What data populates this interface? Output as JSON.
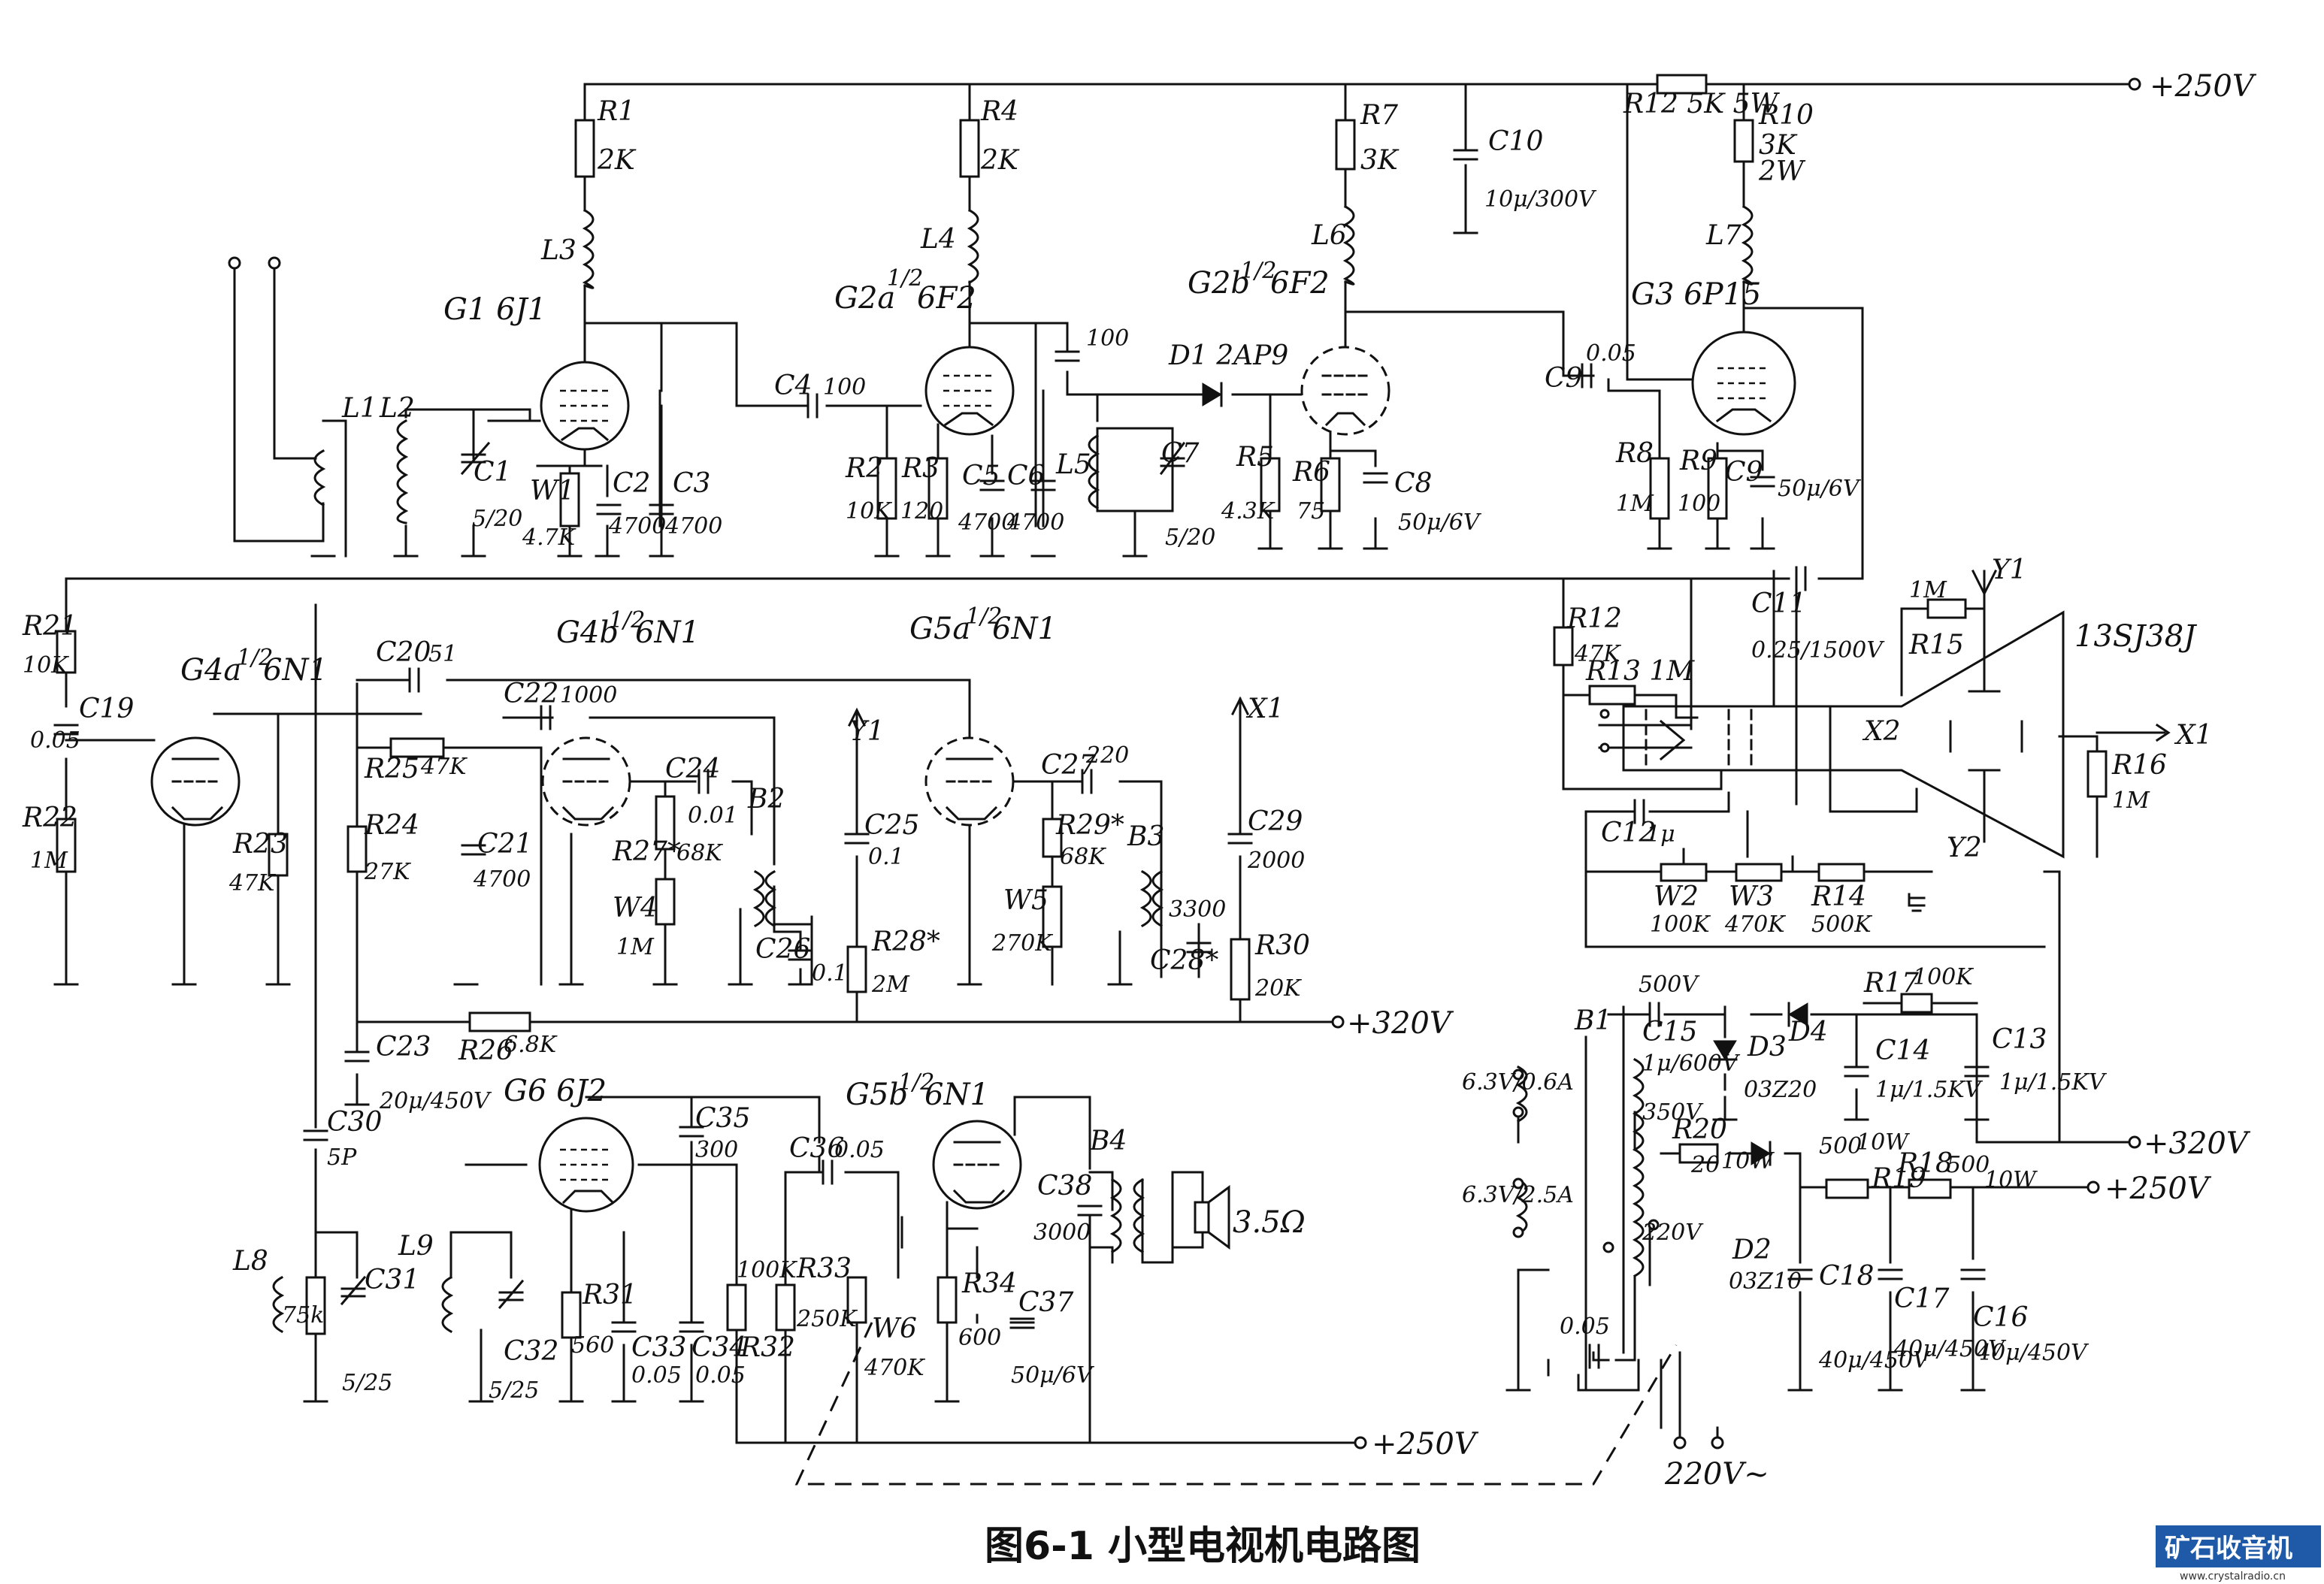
{
  "rails": {
    "v250_top": "+250V",
    "v320_mid": "+320V",
    "v320_right": "+320V",
    "v250_right": "+250V",
    "v250_bottom": "+250V",
    "mains": "220V~"
  },
  "tubes": {
    "g1": "G1 6J1",
    "g2a_name": "G2a",
    "g2a_type": "6F2",
    "g2b_name": "G2b",
    "g2b_type": "6F2",
    "g3": "G3 6P15",
    "g4a_name": "G4a",
    "g4a_type": "6N1",
    "g4b_name": "G4b",
    "g4b_type": "6N1",
    "g5a_name": "G5a",
    "g5a_type": "6N1",
    "g5b_name": "G5b",
    "g5b_type": "6N1",
    "g6": "G6 6J2",
    "crt": "13SJ38J",
    "half": "1/2"
  },
  "labels": {
    "R1": "R1",
    "R1v": "2K",
    "R4": "R4",
    "R4v": "2K",
    "R7": "R7",
    "R7v": "3K",
    "C10": "C10",
    "C10v": "10μ/300V",
    "R12": "R12 5K 5W",
    "R10": "R10",
    "R10v": "3K",
    "R10w": "2W",
    "L3": "L3",
    "L4": "L4",
    "L6": "L6",
    "L7": "L7",
    "L1": "L1",
    "L2": "L2",
    "L5": "L5",
    "L8": "L8",
    "L9": "L9",
    "C1": "C1",
    "C1v": "5/20",
    "W1": "W1",
    "W1v": "4.7K",
    "C2": "C2",
    "C2v": "4700",
    "C3": "C3",
    "C3v": "4700",
    "C4": "C4",
    "C4v": "100",
    "R2": "R2",
    "R2v": "10K",
    "R3": "R3",
    "R3v": "120",
    "C5": "C5",
    "C5v": "4700",
    "C6": "C6",
    "C6v": "4700",
    "Ctop": "100",
    "D1": "D1 2AP9",
    "C7": "C7",
    "C7v": "5/20",
    "R5": "R5",
    "R5v": "4.3K",
    "R6": "R6",
    "R6v": "75",
    "C8": "C8",
    "C8v": "50μ/6V",
    "C9": "C9",
    "C9v": "0.05",
    "R8": "R8",
    "R8v": "1M",
    "R9": "R9",
    "R9v": "100",
    "C9b": "C9",
    "C9bv": "50μ/6V",
    "C11": "C11",
    "C11v": "0.25/1500V",
    "R21": "R21",
    "R21v": "10K",
    "C19": "C19",
    "C19v": "0.05",
    "R22": "R22",
    "R22v": "1M",
    "R23": "R23",
    "R23v": "47K",
    "C20": "C20",
    "C20v": "51",
    "C22": "C22",
    "C22v": "1000",
    "R25": "R25",
    "R25v": "47K",
    "R24": "R24",
    "R24v": "27K",
    "C21": "C21",
    "C21v": "4700",
    "R27": "R27*",
    "R27v": "68K",
    "C24": "C24",
    "C24v": "0.01",
    "W4": "W4",
    "W4v": "1M",
    "B2": "B2",
    "C26": "C26",
    "C26v": "0.1",
    "Y1a": "Y1",
    "C25": "C25",
    "C25v": "0.1",
    "R28": "R28*",
    "R28v": "2M",
    "C27": "C27",
    "C27v": "220",
    "R29": "R29*",
    "R29v": "68K",
    "W5": "W5",
    "W5v": "270K",
    "B3": "B3",
    "B3v": "3300",
    "C28": "C28*",
    "X1a": "X1",
    "C29": "C29",
    "C29v": "2000",
    "R30": "R30",
    "R30v": "20K",
    "R26": "R26",
    "R26v": "6.8K",
    "C23": "C23",
    "C23v": "20μ/450V",
    "C30": "C30",
    "C30v": "5P",
    "C31": "C31",
    "C31v": "5/25",
    "R75": "75k",
    "C32": "C32",
    "C32v": "5/25",
    "C35": "C35",
    "C35v": "300",
    "R31": "R31",
    "R31v": "560",
    "C33": "C33",
    "C33v": "0.05",
    "C34": "C34",
    "C34v": "0.05",
    "R32": "R32",
    "R32v": "100K",
    "R33": "R33",
    "R33v": "250K",
    "C36": "C36",
    "C36v": "0.05",
    "W6": "W6",
    "W6v": "470K",
    "R34": "R34",
    "R34v": "600",
    "C37": "C37",
    "C37v": "50μ/6V",
    "C38": "C38",
    "C38v": "3000",
    "B4": "B4",
    "spk": "3.5Ω",
    "R12b": "R12",
    "R12bv": "47K",
    "R13": "R13 1M",
    "R15": "R15",
    "R15v": "1M",
    "Y1b": "Y1",
    "X2": "X2",
    "Y2": "Y2",
    "X1b": "X1",
    "R16": "R16",
    "R16v": "1M",
    "C12": "C12",
    "C12v": "1μ",
    "W2": "W2",
    "W2v": "100K",
    "W3": "W3",
    "W3v": "470K",
    "R14": "R14",
    "R14v": "500K",
    "B1": "B1",
    "C15v": "500V",
    "C15": "C15",
    "C15v2": "1μ/600V",
    "D4": "D4",
    "R17": "R17",
    "R17v": "100K",
    "D3": "D3",
    "D3v": "03Z20",
    "C14": "C14",
    "C14v": "1μ/1.5KV",
    "C13": "C13",
    "C13v": "1μ/1.5KV",
    "t63a": "6.3V/0.6A",
    "t63b": "6.3V/2.5A",
    "t350": "350V",
    "R20": "R20",
    "R20v": "20",
    "R20w": "10W",
    "t220": "220V",
    "D2": "D2",
    "D2v": "03Z10",
    "R19": "R19",
    "R19v": "500",
    "R19w": "10W",
    "R18": "R18",
    "R18v": "500",
    "R18w": "10W",
    "C18": "C18",
    "C18v": "40μ/450V",
    "C17": "C17",
    "C17v": "40μ/450V",
    "C16": "C16",
    "C16v": "40μ/450V",
    "C005": "0.05"
  },
  "footer": {
    "caption": "图6-1 小型电视机电路图",
    "watermark": "矿石收音机",
    "watermark_url": "www.crystalradio.cn"
  }
}
